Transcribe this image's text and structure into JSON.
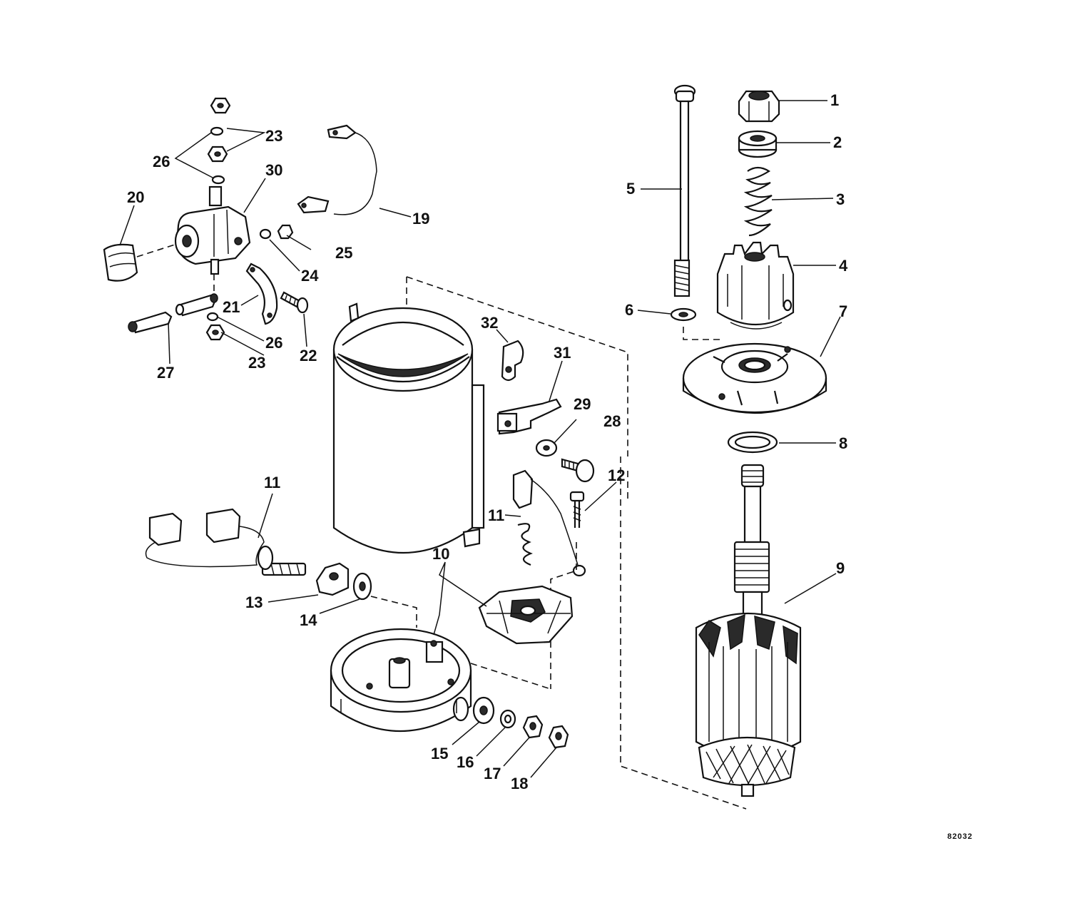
{
  "drawing_id": "82032",
  "colors": {
    "ink": "#111111",
    "paper": "#ffffff"
  },
  "callouts": [
    {
      "id": "c1",
      "text": "1"
    },
    {
      "id": "c2",
      "text": "2"
    },
    {
      "id": "c3",
      "text": "3"
    },
    {
      "id": "c4",
      "text": "4"
    },
    {
      "id": "c5",
      "text": "5"
    },
    {
      "id": "c6",
      "text": "6"
    },
    {
      "id": "c7",
      "text": "7"
    },
    {
      "id": "c8",
      "text": "8"
    },
    {
      "id": "c9",
      "text": "9"
    },
    {
      "id": "c10",
      "text": "10"
    },
    {
      "id": "c11a",
      "text": "11"
    },
    {
      "id": "c11b",
      "text": "11"
    },
    {
      "id": "c12",
      "text": "12"
    },
    {
      "id": "c13",
      "text": "13"
    },
    {
      "id": "c14",
      "text": "14"
    },
    {
      "id": "c15",
      "text": "15"
    },
    {
      "id": "c16",
      "text": "16"
    },
    {
      "id": "c17",
      "text": "17"
    },
    {
      "id": "c18",
      "text": "18"
    },
    {
      "id": "c19",
      "text": "19"
    },
    {
      "id": "c20",
      "text": "20"
    },
    {
      "id": "c21",
      "text": "21"
    },
    {
      "id": "c22",
      "text": "22"
    },
    {
      "id": "c23a",
      "text": "23"
    },
    {
      "id": "c23b",
      "text": "23"
    },
    {
      "id": "c24",
      "text": "24"
    },
    {
      "id": "c25",
      "text": "25"
    },
    {
      "id": "c26a",
      "text": "26"
    },
    {
      "id": "c26b",
      "text": "26"
    },
    {
      "id": "c27",
      "text": "27"
    },
    {
      "id": "c28",
      "text": "28"
    },
    {
      "id": "c29",
      "text": "29"
    },
    {
      "id": "c30",
      "text": "30"
    },
    {
      "id": "c31",
      "text": "31"
    },
    {
      "id": "c32",
      "text": "32"
    }
  ]
}
